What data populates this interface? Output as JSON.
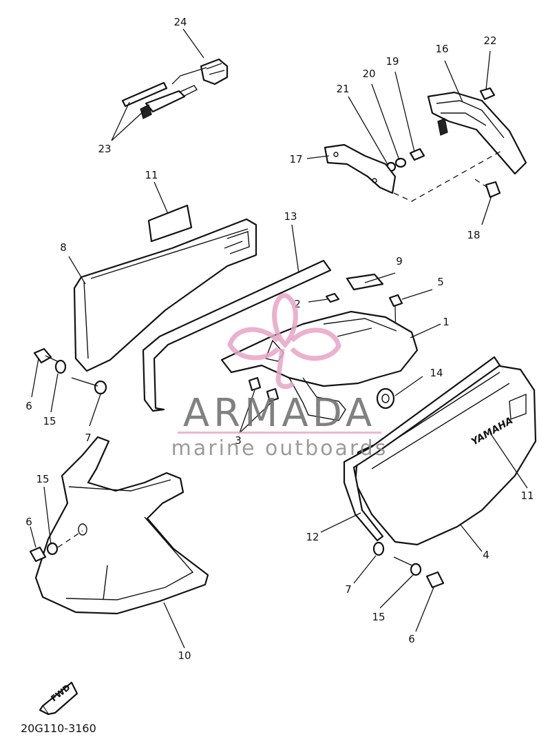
{
  "diagram": {
    "part_code": "20G110-3160",
    "fwd_label": "FWD",
    "decal_text": "YAMAHA",
    "callouts": [
      "24",
      "23",
      "16",
      "22",
      "20",
      "19",
      "21",
      "17",
      "18",
      "11",
      "13",
      "8",
      "9",
      "5",
      "2",
      "1",
      "6",
      "15",
      "7",
      "3",
      "14",
      "11",
      "15",
      "6",
      "12",
      "4",
      "7",
      "15",
      "6",
      "10"
    ]
  },
  "watermark": {
    "brand": "ARMADA",
    "tagline": "marine outboards",
    "colors": {
      "logo_pink": "#e8a3c6",
      "text_gray": "#6f6f6f",
      "rule_pink": "#e8a3c6"
    }
  }
}
